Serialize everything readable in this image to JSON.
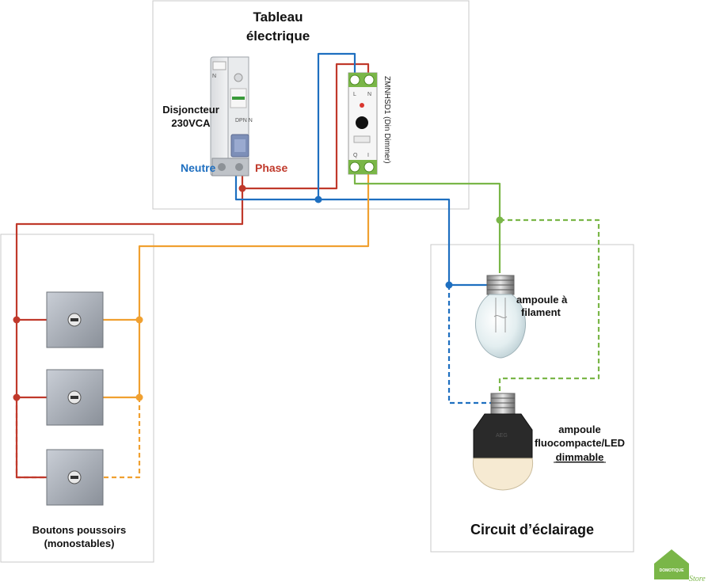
{
  "panel": {
    "title_line1": "Tableau",
    "title_line2": "électrique",
    "breaker_line1": "Disjoncteur",
    "breaker_line2": "230VCA",
    "neutral": "Neutre",
    "phase": "Phase",
    "module_name": "ZMNHSD1 (Din Dimmer)",
    "module_top_terminals": [
      "L",
      "N"
    ],
    "module_bottom_terminals": [
      "Q",
      "I"
    ],
    "breaker_marks": [
      "N",
      "DPN N"
    ]
  },
  "switches": {
    "label_line1": "Boutons poussoirs",
    "label_line2": "(monostables)"
  },
  "lighting": {
    "title": "Circuit d’éclairage",
    "bulb1_line1": "ampoule à",
    "bulb1_line2": "filament",
    "bulb2_line1": "ampoule",
    "bulb2_line2": "fluocompacte/LED",
    "bulb2_line3": "dimmable",
    "bulb2_brand": "AEG"
  },
  "logo": {
    "line1": "DOMOTIQUE",
    "line2": "Store",
    "color": "#7ab648"
  },
  "colors": {
    "phase": "#c0392b",
    "neutral": "#1e6fc0",
    "switch_wire": "#f0a030",
    "load_wire": "#7ab648"
  }
}
